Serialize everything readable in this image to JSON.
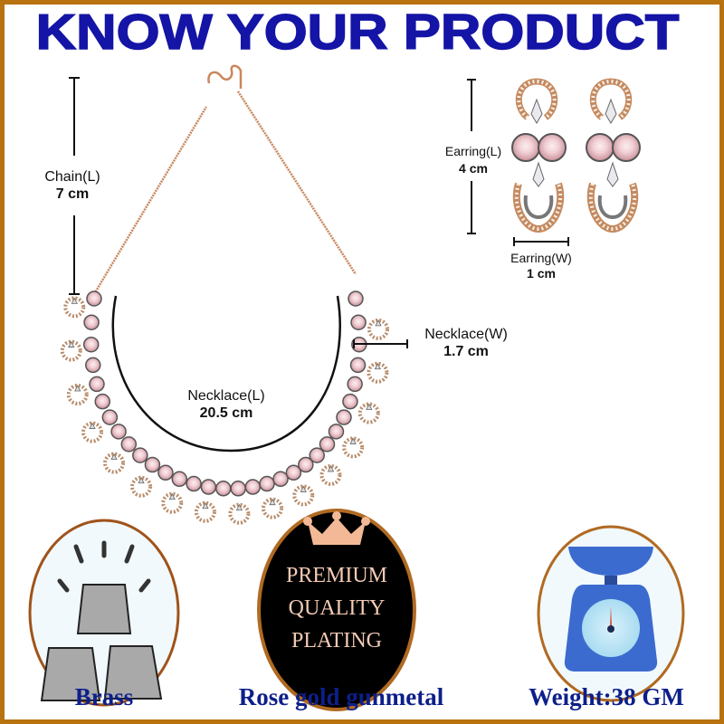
{
  "header": {
    "title": "KNOW YOUR PRODUCT"
  },
  "colors": {
    "title": "#1414a6",
    "border": "#b8720f",
    "badge_text": "#0d1f8a",
    "stone_pink": "#e8b6bd",
    "rose_gold": "#c58a60",
    "gunmetal": "#555555"
  },
  "dimensions": {
    "chain": {
      "name": "Chain(L)",
      "value": "7 cm"
    },
    "necklace_length": {
      "name": "Necklace(L)",
      "value": "20.5 cm"
    },
    "necklace_width": {
      "name": "Necklace(W)",
      "value": "1.7 cm"
    },
    "earring_length": {
      "name": "Earring(L)",
      "value": "4 cm"
    },
    "earring_width": {
      "name": "Earring(W)",
      "value": "1 cm"
    }
  },
  "features": [
    {
      "icon": "brass-bars-icon",
      "label": "Brass"
    },
    {
      "icon": "crown-icon",
      "label": "Rose gold gunmetal",
      "badge_lines": [
        "PREMIUM",
        "QUALITY",
        "PLATING"
      ]
    },
    {
      "icon": "weighing-scale-icon",
      "label": "Weight:38 GM"
    }
  ]
}
